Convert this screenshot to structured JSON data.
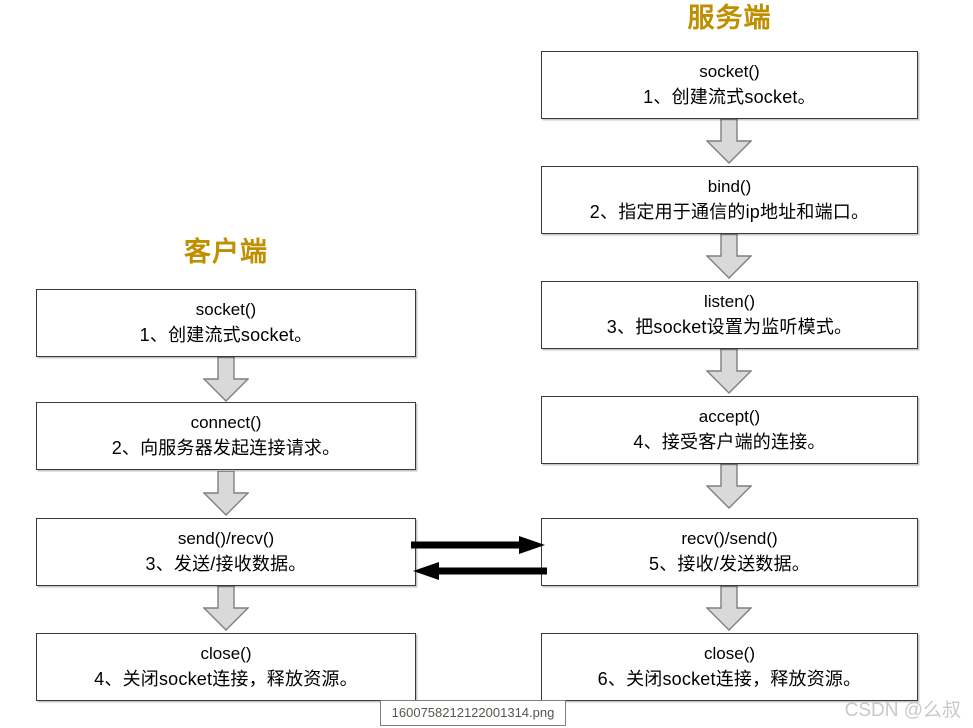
{
  "columns": {
    "server": {
      "title": "服务端",
      "title_color": "#BF8F00",
      "steps": [
        {
          "fn": "socket()",
          "desc": "1、创建流式socket。"
        },
        {
          "fn": "bind()",
          "desc": "2、指定用于通信的ip地址和端口。"
        },
        {
          "fn": "listen()",
          "desc": "3、把socket设置为监听模式。"
        },
        {
          "fn": "accept()",
          "desc": "4、接受客户端的连接。"
        },
        {
          "fn": "recv()/send()",
          "desc": "5、接收/发送数据。"
        },
        {
          "fn": "close()",
          "desc": "6、关闭socket连接，释放资源。"
        }
      ]
    },
    "client": {
      "title": "客户端",
      "title_color": "#BF8F00",
      "steps": [
        {
          "fn": "socket()",
          "desc": "1、创建流式socket。"
        },
        {
          "fn": "connect()",
          "desc": "2、向服务器发起连接请求。"
        },
        {
          "fn": "send()/recv()",
          "desc": "3、发送/接收数据。"
        },
        {
          "fn": "close()",
          "desc": "4、关闭socket连接，释放资源。"
        }
      ]
    }
  },
  "connectors": {
    "flow_arrow_fill": "#D9D9D9",
    "flow_arrow_stroke": "#7F7F7F",
    "exchange_arrow_color": "#000000",
    "exchange_send_label": "",
    "exchange_recv_label": ""
  },
  "overlay": {
    "filename": "1600758212122001314.png",
    "watermark": "CSDN @么叔"
  }
}
